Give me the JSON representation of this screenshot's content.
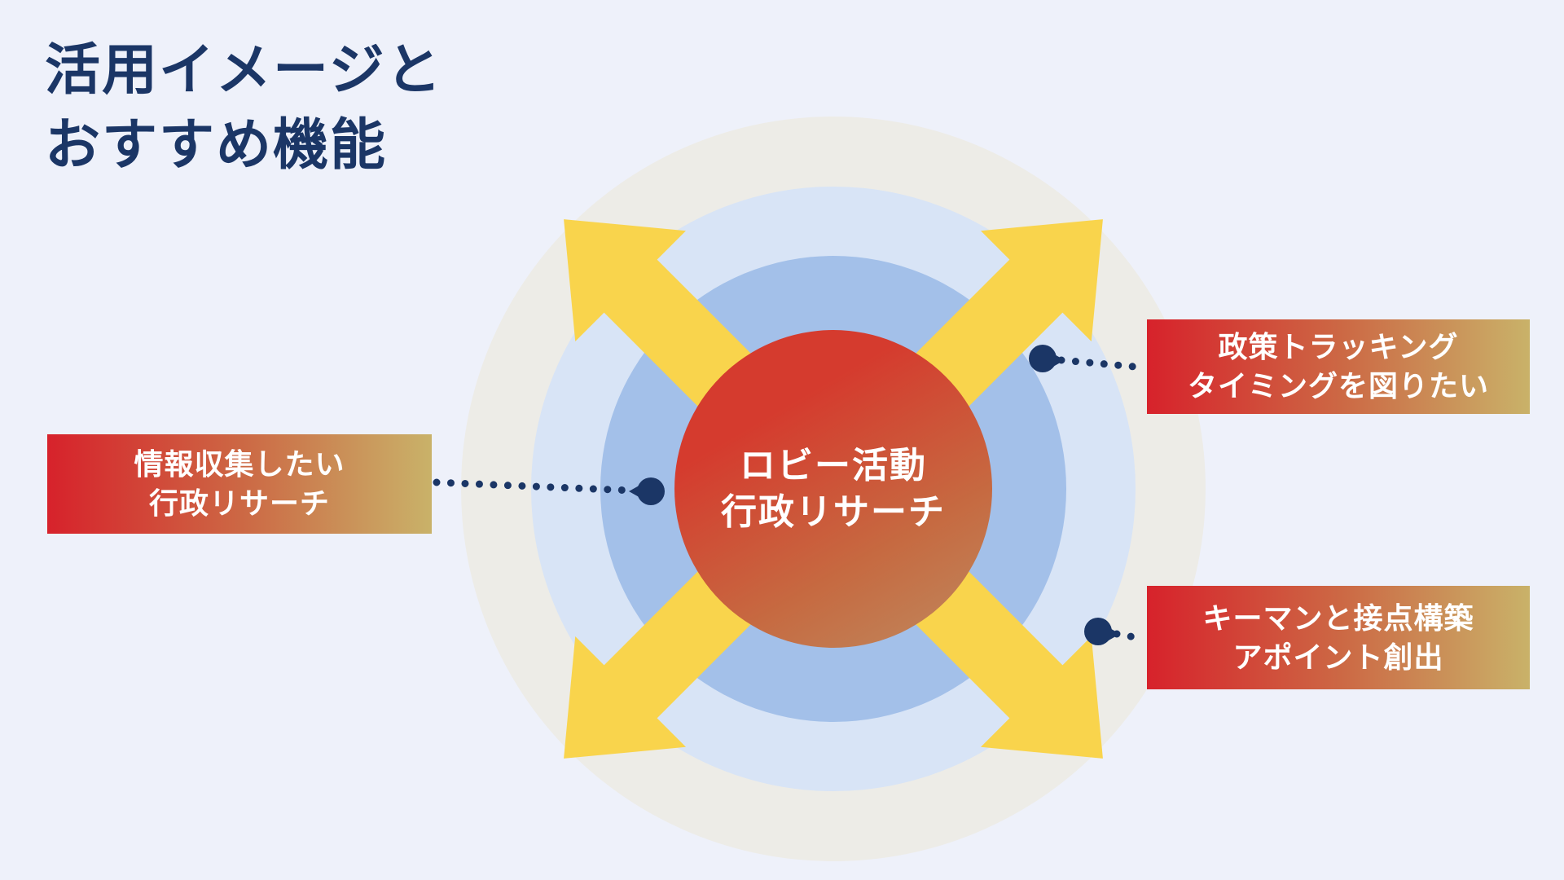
{
  "title": {
    "line1": "活用イメージと",
    "line2": "おすすめ機能"
  },
  "center_circle": {
    "line1": "ロビー活動",
    "line2": "行政リサーチ"
  },
  "labels": {
    "left": {
      "line1": "情報収集したい",
      "line2": "行政リサーチ"
    },
    "top_right": {
      "line1": "政策トラッキング",
      "line2": "タイミングを図りたい"
    },
    "bottom_right": {
      "line1": "キーマンと接点構築",
      "line2": "アポイント創出"
    }
  },
  "colors": {
    "background": "#EEF1FA",
    "title_navy": "#1B3666",
    "connector_navy": "#1B3666",
    "arrow_yellow": "#F9D44C",
    "ring_outer_gray": "#EDECE7",
    "ring_light_blue": "#D8E4F6",
    "ring_mid_blue": "#A3C0E9",
    "center_gradient_start": "#D53B2E",
    "center_gradient_end": "#BE8A5F",
    "label_gradient_start": "#D7222B",
    "label_gradient_end": "#C9B269",
    "text_white": "#FFFFFF"
  }
}
